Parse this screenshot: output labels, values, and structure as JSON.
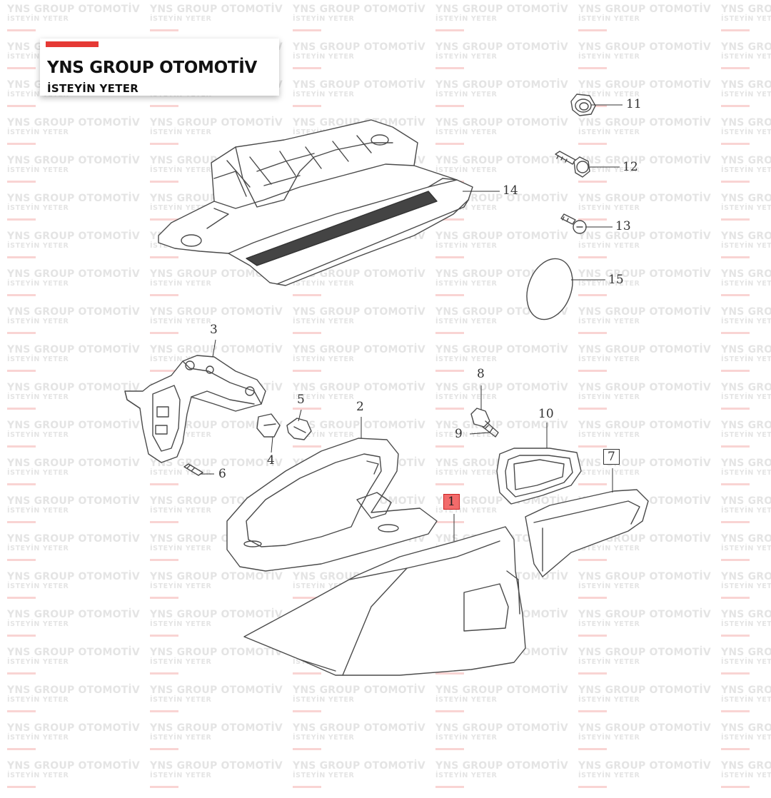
{
  "brand": {
    "name": "YNS GROUP OTOMOTİV",
    "slogan": "İSTEYİN YETER",
    "accent_color": "#e53935"
  },
  "watermark": {
    "text": "YNS GROUP OTOMOTİV",
    "subtext": "İSTEYİN YETER"
  },
  "diagram": {
    "part_numbers": [
      "1",
      "2",
      "3",
      "4",
      "5",
      "6",
      "7",
      "8",
      "9",
      "10",
      "11",
      "12",
      "13",
      "14",
      "15"
    ],
    "highlighted_part": "1",
    "highlight_color": "#f26b6b"
  }
}
